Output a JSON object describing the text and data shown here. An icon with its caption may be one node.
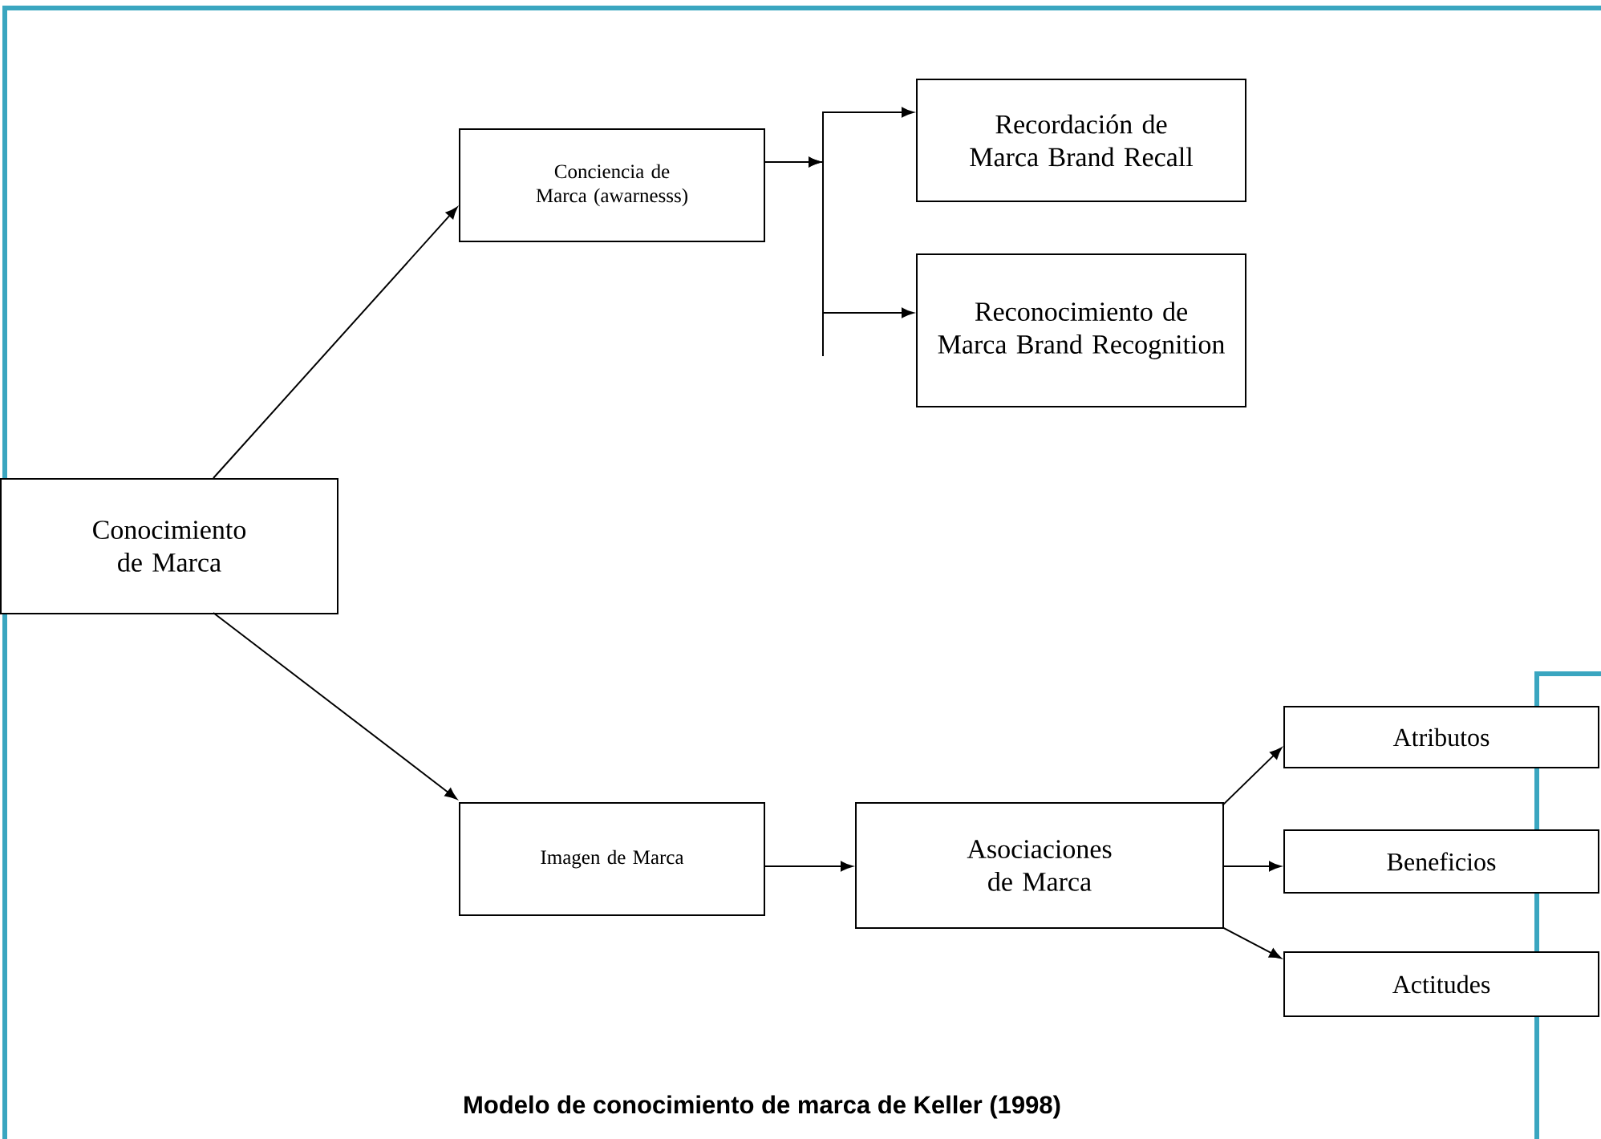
{
  "diagram": {
    "caption": "Modelo de conocimiento de marca de Keller (1998)",
    "nodes": [
      {
        "text": [
          "Conocimiento de Marca"
        ]
      },
      {
        "text": [
          "Conciencia de Marca (awarnesss)"
        ]
      },
      {
        "text": [
          "Recordación de Marca Brand Recall"
        ]
      },
      {
        "text": [
          "Reconocimiento de Marca Brand Recognition"
        ]
      },
      {
        "text": [
          "Imagen de Marca"
        ]
      },
      {
        "text": [
          "Asociaciones de Marca"
        ]
      },
      {
        "text": [
          "Atributos"
        ]
      },
      {
        "text": [
          "Beneficios"
        ]
      },
      {
        "text": [
          "Actitudes"
        ]
      }
    ],
    "edges": [
      {
        "from": 0,
        "to": 1,
        "arrow": "to"
      },
      {
        "from": 0,
        "to": 4,
        "arrow": "to"
      },
      {
        "from": 1,
        "to": 2,
        "arrow": "to"
      },
      {
        "from": 1,
        "to": 3,
        "arrow": "to"
      },
      {
        "from": 4,
        "to": 5,
        "arrow": "to"
      },
      {
        "from": 5,
        "to": 6,
        "arrow": "to"
      },
      {
        "from": 5,
        "to": 7,
        "arrow": "to"
      },
      {
        "from": 5,
        "to": 8,
        "arrow": "to"
      }
    ]
  }
}
